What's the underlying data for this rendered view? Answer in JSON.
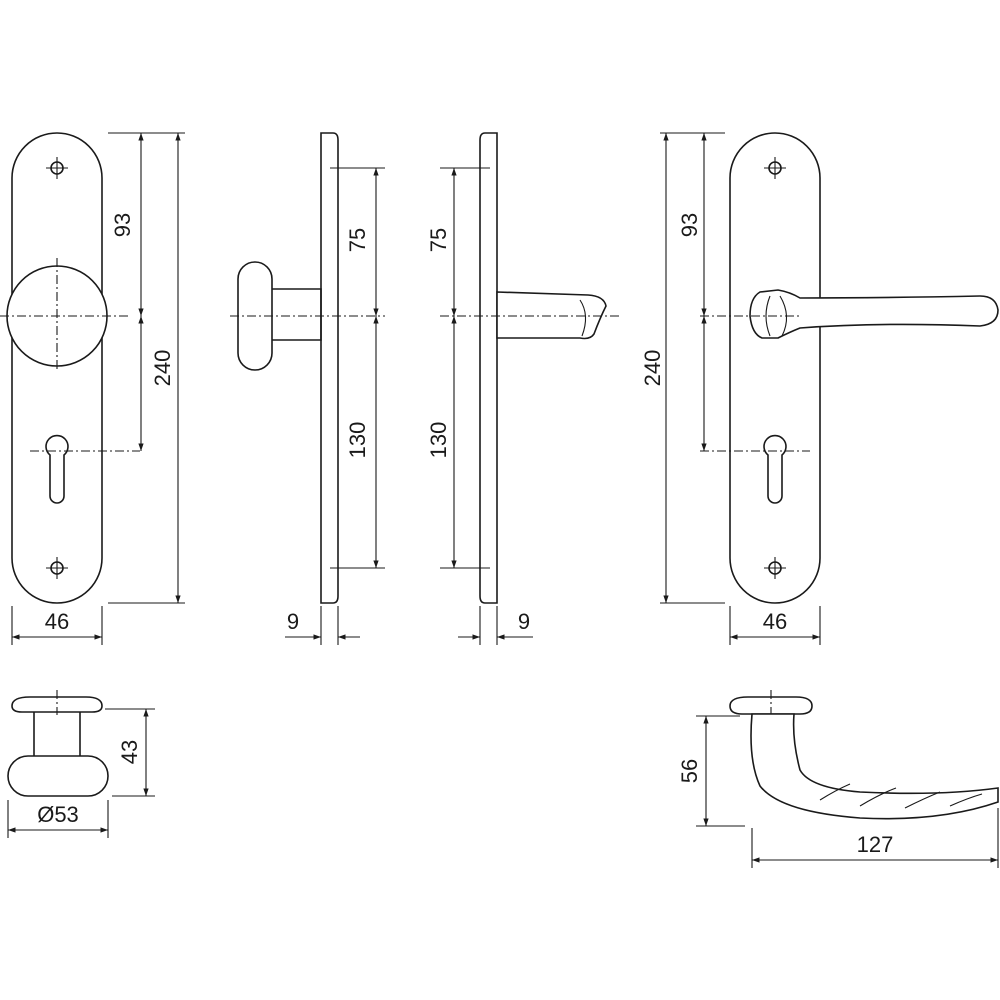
{
  "dimensions": {
    "front_knob_center_to_top": "93",
    "front_knob_total_height": "240",
    "front_knob_width": "46",
    "side_knob_upper": "75",
    "side_knob_lower": "130",
    "side_knob_thickness": "9",
    "side_lever_upper": "75",
    "side_lever_lower": "130",
    "side_lever_thickness": "9",
    "front_lever_center_to_top": "93",
    "front_lever_total_height": "240",
    "front_lever_width": "46",
    "knob_projection": "43",
    "knob_diameter": "Ø53",
    "lever_projection": "56",
    "lever_length": "127"
  }
}
